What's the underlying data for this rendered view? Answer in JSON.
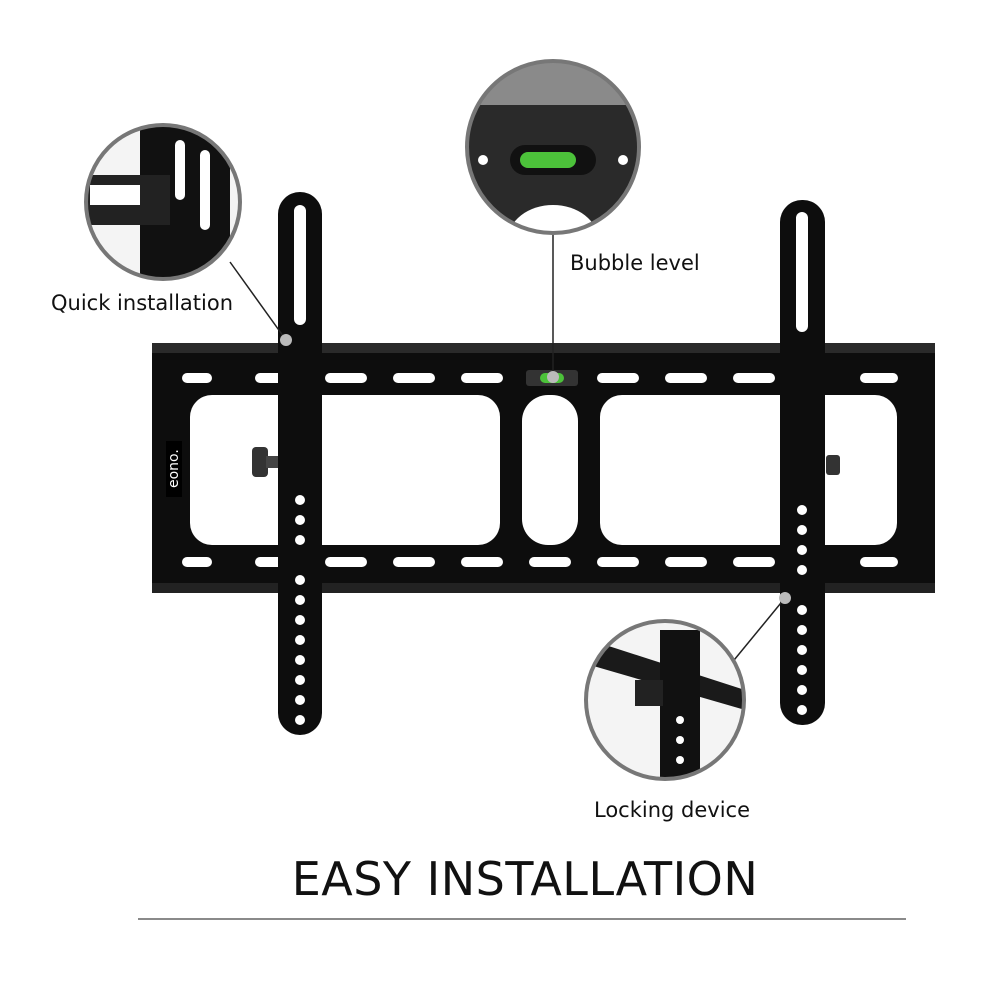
{
  "brand": {
    "logo_text": "eono."
  },
  "callouts": [
    {
      "label": "Quick installation"
    },
    {
      "label": "Bubble level"
    },
    {
      "label": "Locking device"
    }
  ],
  "headline": "EASY INSTALLATION",
  "colors": {
    "mount": "#0d0d0d",
    "callout_ring": "#777777",
    "bubble": "#4cc23a",
    "rule": "#8a8a8a"
  }
}
